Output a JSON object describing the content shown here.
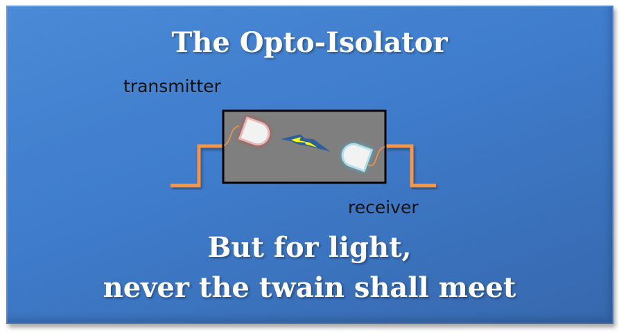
{
  "title": "The Opto-Isolator",
  "labels": {
    "transmitter": "transmitter",
    "receiver": "receiver"
  },
  "caption": {
    "line1": "But for light,",
    "line2": "never the twain shall meet"
  },
  "colors": {
    "background": "#3f7ccc",
    "signal": "#f79646",
    "transmitter_glow": "#c0504d",
    "receiver_glow": "#4bacc6",
    "bolt": "#ffff00"
  }
}
